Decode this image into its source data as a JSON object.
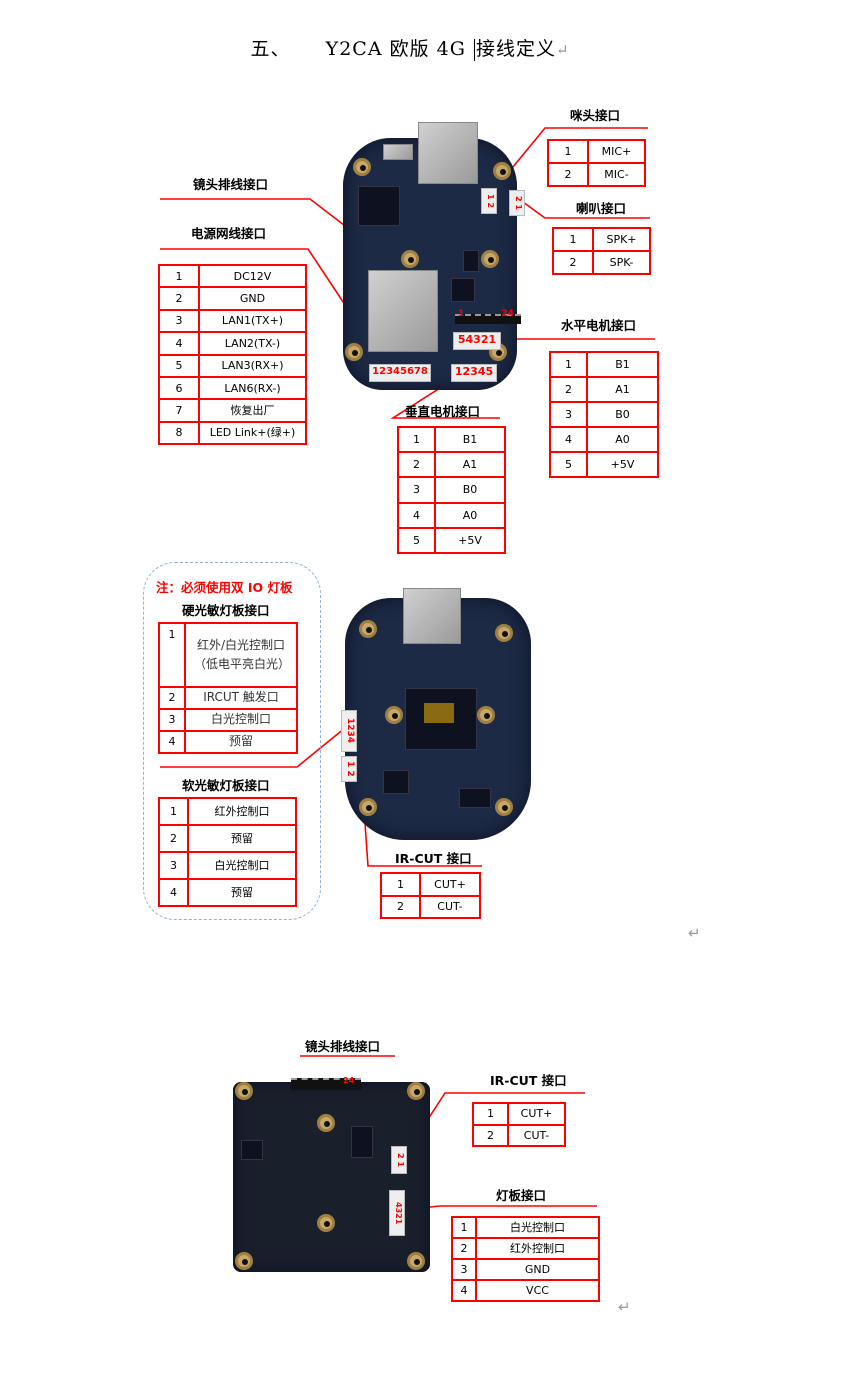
{
  "title": {
    "prefix": "五、",
    "model": "Y2CA 欧版 4G",
    "text": "接线定义",
    "return_mark": "↵"
  },
  "section1": {
    "mic": {
      "label": "咪头接口",
      "rows": [
        [
          "1",
          "MIC+"
        ],
        [
          "2",
          "MIC-"
        ]
      ],
      "connector": "1 2"
    },
    "speaker": {
      "label": "喇叭接口",
      "rows": [
        [
          "1",
          "SPK+"
        ],
        [
          "2",
          "SPK-"
        ]
      ],
      "connector": "2 1"
    },
    "lens_cable": {
      "label": "镜头排线接口",
      "connector": "1 24"
    },
    "power_net": {
      "label": "电源网线接口",
      "connector": "12345678",
      "rows": [
        [
          "1",
          "DC12V"
        ],
        [
          "2",
          "GND"
        ],
        [
          "3",
          "LAN1(TX+)"
        ],
        [
          "4",
          "LAN2(TX-)"
        ],
        [
          "5",
          "LAN3(RX+)"
        ],
        [
          "6",
          "LAN6(RX-)"
        ],
        [
          "7",
          "恢复出厂"
        ],
        [
          "8",
          "LED Link+(绿+)"
        ]
      ]
    },
    "horizontal_motor": {
      "label": "水平电机接口",
      "connector": "54321",
      "rows": [
        [
          "1",
          "B1"
        ],
        [
          "2",
          "A1"
        ],
        [
          "3",
          "B0"
        ],
        [
          "4",
          "A0"
        ],
        [
          "5",
          "+5V"
        ]
      ]
    },
    "vertical_motor": {
      "label": "垂直电机接口",
      "connector": "12345",
      "rows": [
        [
          "1",
          "B1"
        ],
        [
          "2",
          "A1"
        ],
        [
          "3",
          "B0"
        ],
        [
          "4",
          "A0"
        ],
        [
          "5",
          "+5V"
        ]
      ]
    }
  },
  "section2": {
    "note": "注：必须使用双 IO 灯板",
    "hard_light": {
      "label": "硬光敏灯板接口",
      "connector": "1234",
      "rows": [
        [
          "1",
          "红外/白光控制口（低电平亮白光）"
        ],
        [
          "2",
          "IRCUT 触发口"
        ],
        [
          "3",
          "白光控制口"
        ],
        [
          "4",
          "预留"
        ]
      ]
    },
    "soft_light": {
      "label": "软光敏灯板接口",
      "rows": [
        [
          "1",
          "红外控制口"
        ],
        [
          "2",
          "预留"
        ],
        [
          "3",
          "白光控制口"
        ],
        [
          "4",
          "预留"
        ]
      ]
    },
    "ircut": {
      "label": "IR-CUT 接口",
      "connector": "1 2",
      "rows": [
        [
          "1",
          "CUT+"
        ],
        [
          "2",
          "CUT-"
        ]
      ]
    },
    "return_mark": "↵"
  },
  "section3": {
    "lens_cable": {
      "label": "镜头排线接口",
      "connector": "24"
    },
    "ircut": {
      "label": "IR-CUT 接口",
      "connector": "2 1",
      "rows": [
        [
          "1",
          "CUT+"
        ],
        [
          "2",
          "CUT-"
        ]
      ]
    },
    "lamp_board": {
      "label": "灯板接口",
      "connector": "4321",
      "rows": [
        [
          "1",
          "白光控制口"
        ],
        [
          "2",
          "红外控制口"
        ],
        [
          "3",
          "GND"
        ],
        [
          "4",
          "VCC"
        ]
      ]
    },
    "return_mark": "↵"
  },
  "colors": {
    "accent": "#ff0000",
    "pcb": "#1d2a45",
    "dashed_border": "#8fb1dc"
  }
}
